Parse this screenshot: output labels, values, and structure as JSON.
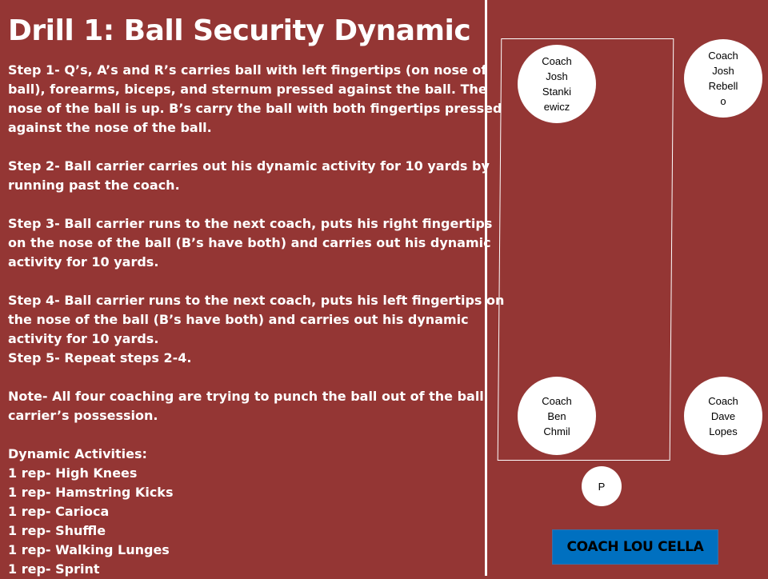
{
  "slide": {
    "title": "Drill 1: Ball Security Dynamic",
    "lines": [
      "Step 1- Q’s, A’s and R’s carries ball with left fingertips (on nose of",
      "ball), forearms, biceps, and sternum pressed against the ball.  The",
      "nose of the ball is up.  B’s carry the ball with both fingertips pressed",
      "against the nose of the ball.",
      "",
      "Step 2- Ball carrier carries out his dynamic activity for 10 yards by",
      "running past the coach.",
      "",
      "Step 3- Ball carrier runs to the next coach, puts his right fingertips",
      "on the nose of the ball (B’s have both) and carries out his dynamic",
      "activity for 10 yards.",
      "",
      "Step 4- Ball carrier runs to the next coach, puts his left fingertips on",
      "the nose of the ball (B’s have both) and carries out his dynamic",
      "activity for 10 yards.",
      "Step 5- Repeat steps 2-4.",
      "",
      "Note- All four coaching are trying to punch the ball out of the ball",
      "carrier’s possession.",
      "",
      "Dynamic Activities:",
      "1 rep- High Knees",
      "1 rep- Hamstring Kicks",
      "1 rep- Carioca",
      "1 rep- Shuffle",
      "1 rep- Walking Lunges",
      "1 rep- Sprint"
    ]
  },
  "diagram": {
    "coach_top_left": "Coach\nJosh\nStanki\newicz",
    "coach_top_right": "Coach\nJosh\nRebell\no",
    "coach_bottom_left": "Coach\nBen\nChmil",
    "coach_bottom_right": "Coach\nDave\nLopes",
    "player": "P",
    "badge": "COACH LOU CELLA"
  },
  "colors": {
    "background": "#943634",
    "badge": "#0070c0",
    "text": "#ffffff"
  }
}
